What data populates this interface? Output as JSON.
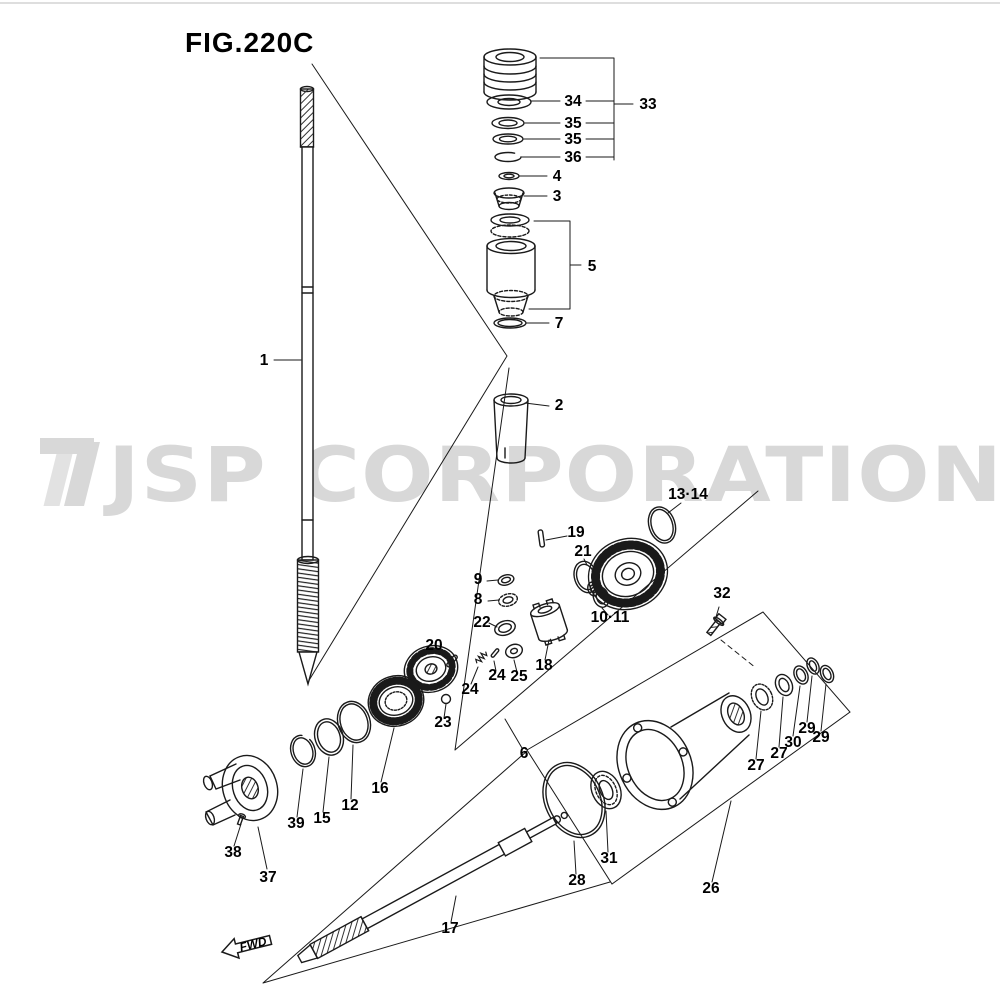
{
  "figure": {
    "title": "FIG.220C",
    "fwd_label": "FWD"
  },
  "watermark": {
    "text": "JSP CORPORATION",
    "color": "#d8d8d8"
  },
  "colors": {
    "line": "#1a1a1a"
  },
  "callouts": [
    {
      "text": "34"
    },
    {
      "text": "33"
    },
    {
      "text": "35"
    },
    {
      "text": "35"
    },
    {
      "text": "36"
    },
    {
      "text": "4"
    },
    {
      "text": "3"
    },
    {
      "text": "5"
    },
    {
      "text": "7"
    },
    {
      "text": "2"
    },
    {
      "text": "1"
    },
    {
      "text": "13·14"
    },
    {
      "text": "19"
    },
    {
      "text": "21"
    },
    {
      "text": "9"
    },
    {
      "text": "8"
    },
    {
      "text": "22"
    },
    {
      "text": "10·11"
    },
    {
      "text": "18"
    },
    {
      "text": "20"
    },
    {
      "text": "24"
    },
    {
      "text": "24"
    },
    {
      "text": "25"
    },
    {
      "text": "23"
    },
    {
      "text": "6"
    },
    {
      "text": "32"
    },
    {
      "text": "16"
    },
    {
      "text": "12"
    },
    {
      "text": "15"
    },
    {
      "text": "39"
    },
    {
      "text": "38"
    },
    {
      "text": "37"
    },
    {
      "text": "27"
    },
    {
      "text": "27"
    },
    {
      "text": "30"
    },
    {
      "text": "29"
    },
    {
      "text": "29"
    },
    {
      "text": "28"
    },
    {
      "text": "31"
    },
    {
      "text": "26"
    },
    {
      "text": "17"
    }
  ]
}
